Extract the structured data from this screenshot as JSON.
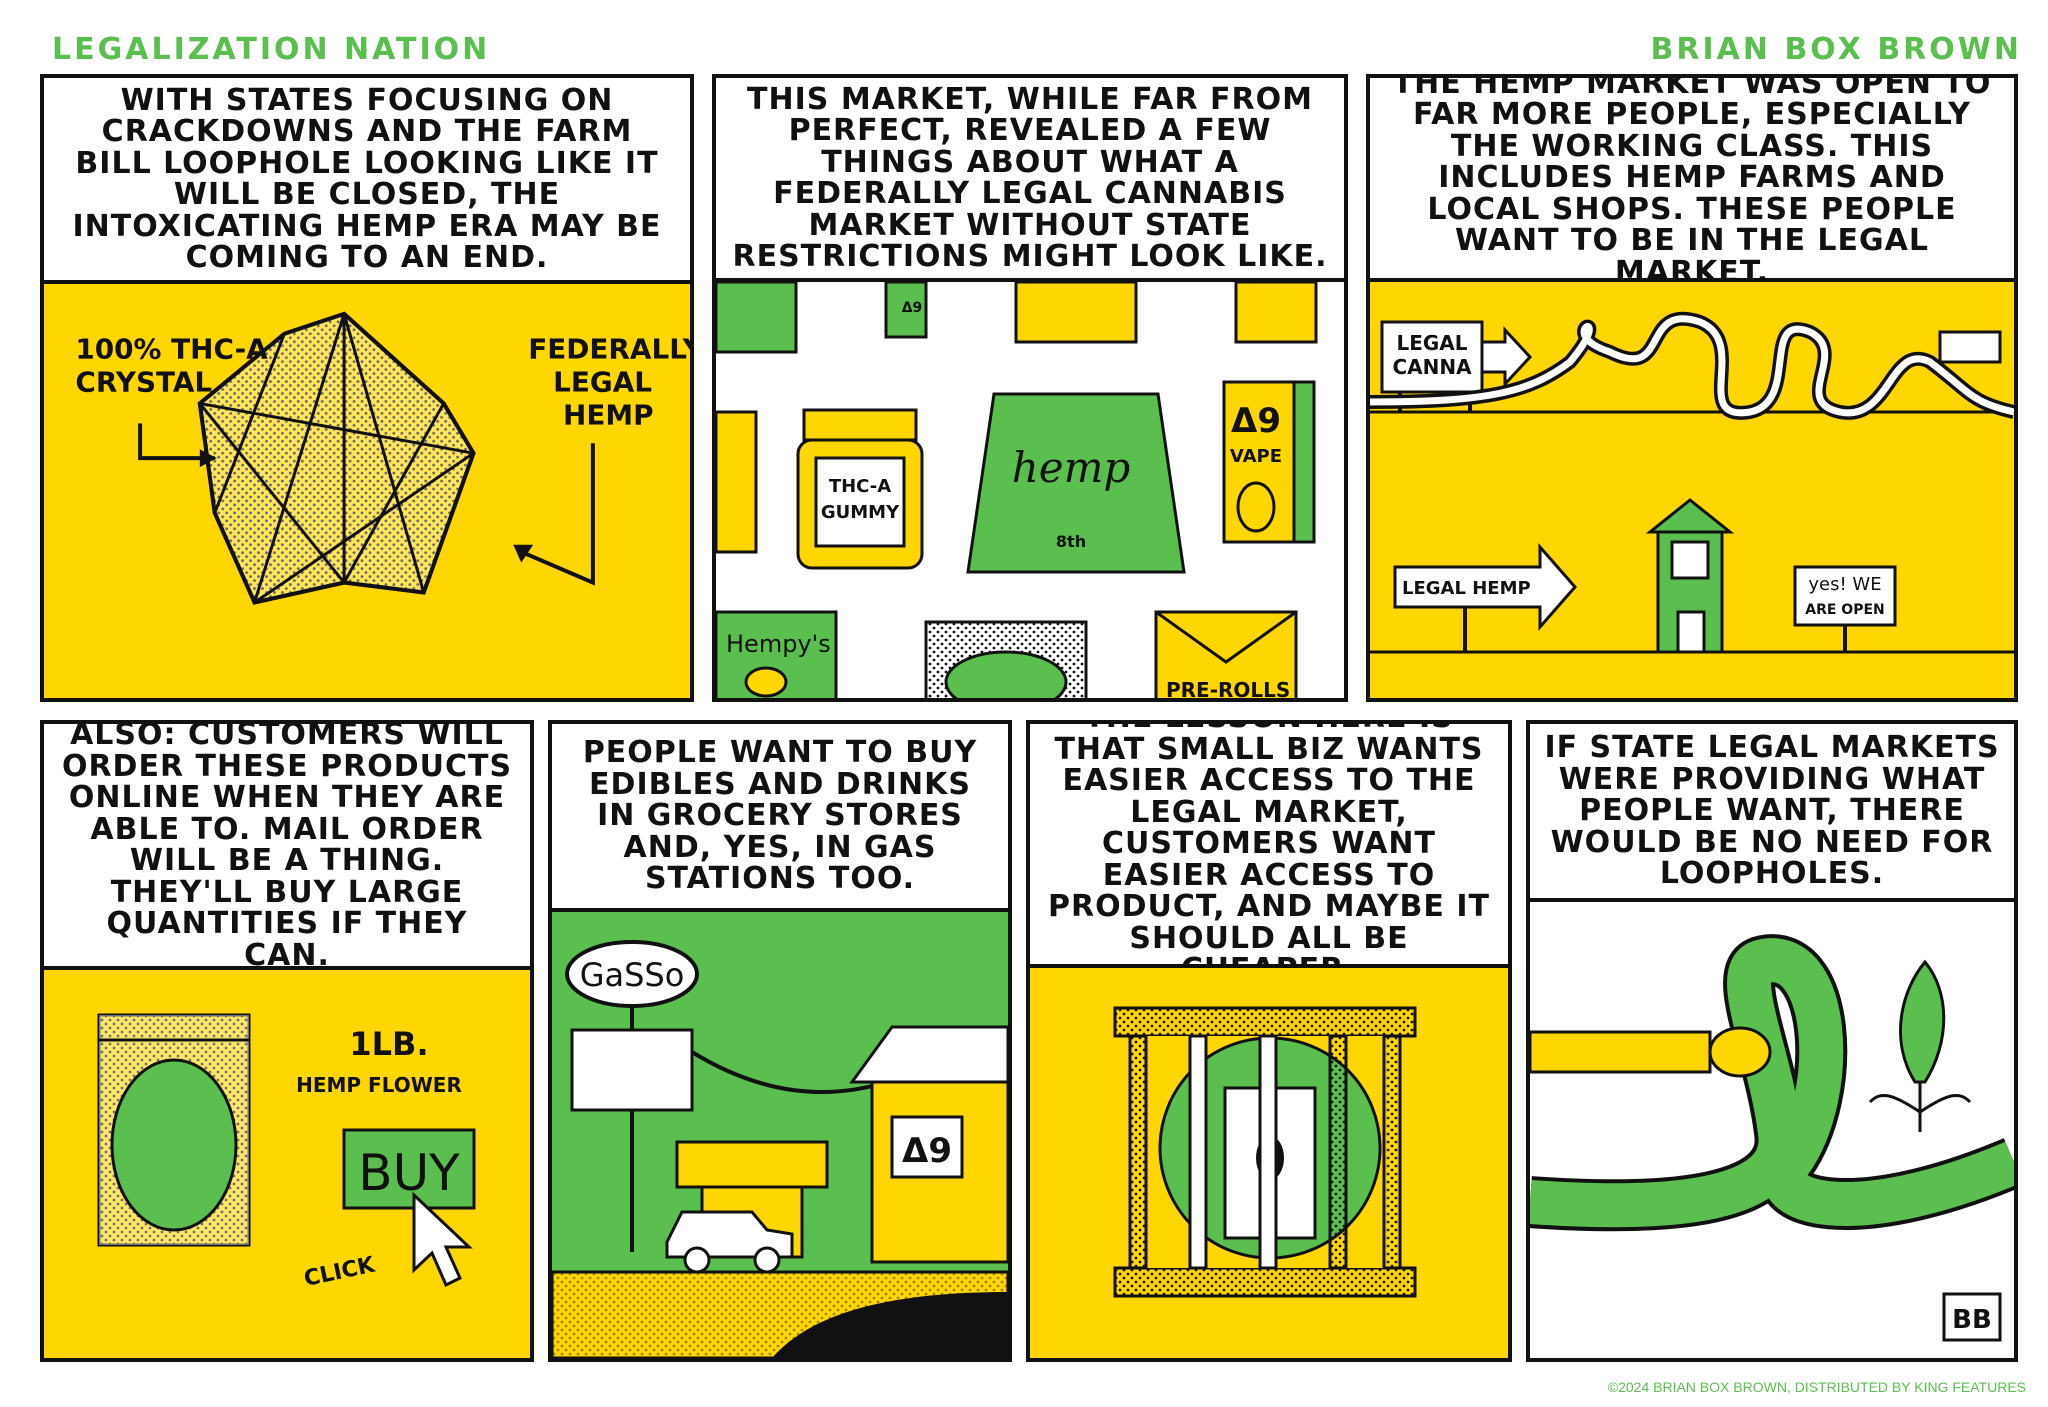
{
  "header": {
    "title": "LEGALIZATION NATION",
    "author": "BRIAN BOX BROWN"
  },
  "colors": {
    "yellow": "#ffd700",
    "green": "#5bbf4f",
    "ink": "#111111"
  },
  "panels": [
    {
      "caption": "WITH STATES FOCUSING ON CRACKDOWNS AND THE FARM BILL LOOPHOLE LOOKING LIKE IT WILL BE CLOSED, THE INTOXICATING HEMP ERA MAY BE COMING TO AN END.",
      "labels": {
        "crystal_1": "100% THC-A",
        "crystal_2": "CRYSTAL",
        "hemp_1": "FEDERALLY",
        "hemp_2": "LEGAL",
        "hemp_3": "HEMP"
      }
    },
    {
      "caption": "THIS MARKET, WHILE FAR FROM PERFECT, REVEALED A FEW THINGS ABOUT WHAT A FEDERALLY LEGAL CANNABIS MARKET WITHOUT STATE RESTRICTIONS MIGHT LOOK LIKE.",
      "labels": {
        "gummy_1": "THC-A",
        "gummy_2": "GUMMY",
        "bag": "hemp",
        "bag_size": "8th",
        "vape_delta": "Δ9",
        "vape": "VAPE",
        "hempys": "Hempy's",
        "prerolls": "PRE-ROLLS",
        "small_delta": "Δ9"
      }
    },
    {
      "caption": "THE HEMP MARKET WAS OPEN TO FAR MORE PEOPLE, ESPECIALLY THE WORKING CLASS. THIS INCLUDES HEMP FARMS AND LOCAL SHOPS. THESE PEOPLE WANT TO BE IN THE LEGAL MARKET.",
      "labels": {
        "canna_1": "LEGAL",
        "canna_2": "CANNA",
        "legal_hemp": "LEGAL HEMP",
        "open_1": "yes! WE",
        "open_2": "ARE OPEN"
      }
    },
    {
      "caption": "ALSO: CUSTOMERS WILL ORDER THESE PRODUCTS ONLINE WHEN THEY ARE ABLE TO. MAIL ORDER WILL BE A THING. THEY'LL BUY LARGE QUANTITIES IF THEY CAN.",
      "labels": {
        "weight": "1LB.",
        "flower": "HEMP FLOWER",
        "buy": "BUY",
        "click": "CLICK"
      }
    },
    {
      "caption": "PEOPLE WANT TO BUY EDIBLES AND DRINKS IN GROCERY STORES AND, YES, IN GAS STATIONS TOO.",
      "labels": {
        "gas_sign": "GaSSo",
        "store_delta": "Δ9"
      }
    },
    {
      "caption": "THE LESSON HERE IS THAT SMALL BIZ WANTS EASIER ACCESS TO THE LEGAL MARKET, CUSTOMERS WANT EASIER ACCESS TO PRODUCT, AND MAYBE IT SHOULD ALL BE CHEAPER."
    },
    {
      "caption": "IF STATE LEGAL MARKETS WERE PROVIDING WHAT PEOPLE WANT, THERE WOULD BE NO NEED FOR LOOPHOLES.",
      "labels": {
        "signature": "BB"
      }
    }
  ],
  "footer": {
    "copyright": "©2024 BRIAN BOX BROWN, DISTRIBUTED BY KING FEATURES"
  }
}
